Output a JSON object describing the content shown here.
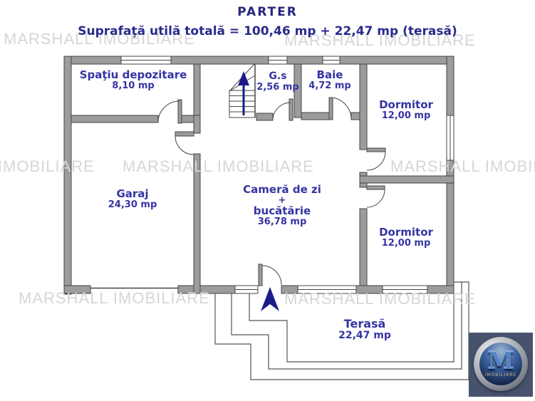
{
  "header": {
    "title": "PARTER",
    "subtitle": "Suprafaţă utilă totală = 100,46 mp + 22,47 mp (terasă)"
  },
  "watermark": {
    "text": "MARSHALL IMOBILIARE"
  },
  "rooms": {
    "depozitare": {
      "name": "Spaţiu depozitare",
      "area": "8,10 mp"
    },
    "gs": {
      "name": "G.s",
      "area": "2,56 mp"
    },
    "baie": {
      "name": "Baie",
      "area": "4,72 mp"
    },
    "dormitor1": {
      "name": "Dormitor",
      "area": "12,00 mp"
    },
    "garaj": {
      "name": "Garaj",
      "area": "24,30 mp"
    },
    "living": {
      "line1": "Cameră de zi",
      "line2": "+",
      "line3": "bucătărie",
      "area": "36,78 mp"
    },
    "dormitor2": {
      "name": "Dormitor",
      "area": "12,00 mp"
    },
    "terasa": {
      "name": "Terasă",
      "area": "22,47 mp"
    }
  },
  "logo": {
    "letter": "M",
    "caption": "IMOBILIARE"
  },
  "colors": {
    "label_navy": "#3434a4",
    "header_navy": "#26267e",
    "wall_gray": "#9c9c9c",
    "wall_outline": "#454545",
    "watermark_gray": "#d6d6d6",
    "arrow_navy": "#1a1a8c",
    "logo_bg": "#47536e"
  }
}
